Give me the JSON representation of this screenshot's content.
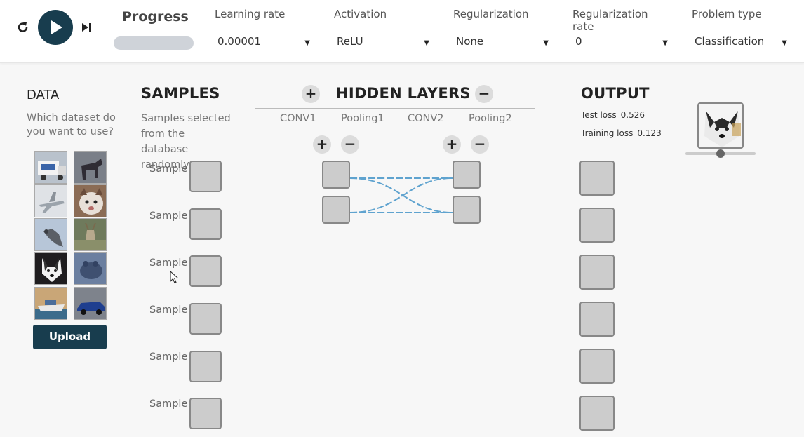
{
  "toolbar": {
    "progress_label": "Progress",
    "params": [
      {
        "label": "Learning rate",
        "value": "0.00001"
      },
      {
        "label": "Activation",
        "value": "ReLU"
      },
      {
        "label": "Regularization",
        "value": "None"
      },
      {
        "label": "Regularization rate",
        "value": "0"
      },
      {
        "label": "Problem type",
        "value": "Classification"
      }
    ],
    "icons": {
      "reset": "reset-icon",
      "play": "play-icon",
      "step": "step-forward-icon"
    }
  },
  "data": {
    "title": "DATA",
    "subtitle": "Which dataset do you want to use?",
    "thumbnails": [
      "truck",
      "horse",
      "airplane",
      "cat",
      "bird",
      "deer",
      "dog",
      "frog",
      "ship",
      "automobile"
    ],
    "upload_label": "Upload"
  },
  "samples": {
    "title": "SAMPLES",
    "subtitle": "Samples selected from the database randomly",
    "items": [
      "Sample",
      "Sample",
      "Sample",
      "Sample",
      "Sample",
      "Sample"
    ]
  },
  "hidden": {
    "title": "HIDDEN LAYERS",
    "layers": [
      "CONV1",
      "Pooling1",
      "CONV2",
      "Pooling2"
    ],
    "add_symbol": "+",
    "remove_symbol": "−"
  },
  "output": {
    "title": "OUTPUT",
    "test_loss_label": "Test loss",
    "test_loss_value": "0.526",
    "training_loss_label": "Training loss",
    "training_loss_value": "0.123"
  },
  "colors": {
    "accent": "#183d4e",
    "link": "#5fa3cf",
    "node": "#cccccc"
  }
}
